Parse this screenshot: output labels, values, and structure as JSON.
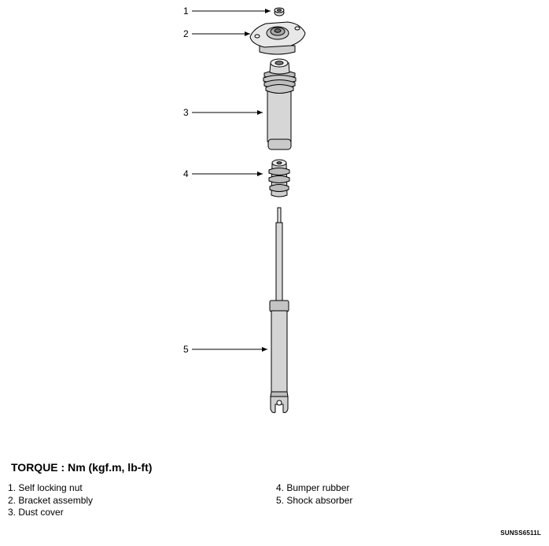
{
  "callouts": [
    "1",
    "2",
    "3",
    "4",
    "5"
  ],
  "torque_heading": "TORQUE : Nm (kgf.m, lb-ft)",
  "legend": {
    "left": [
      "1. Self locking nut",
      "2. Bracket assembly",
      "3. Dust cover"
    ],
    "right": [
      "4. Bumper rubber",
      "5. Shock absorber"
    ]
  },
  "figure_code": "SUNSS6511L"
}
